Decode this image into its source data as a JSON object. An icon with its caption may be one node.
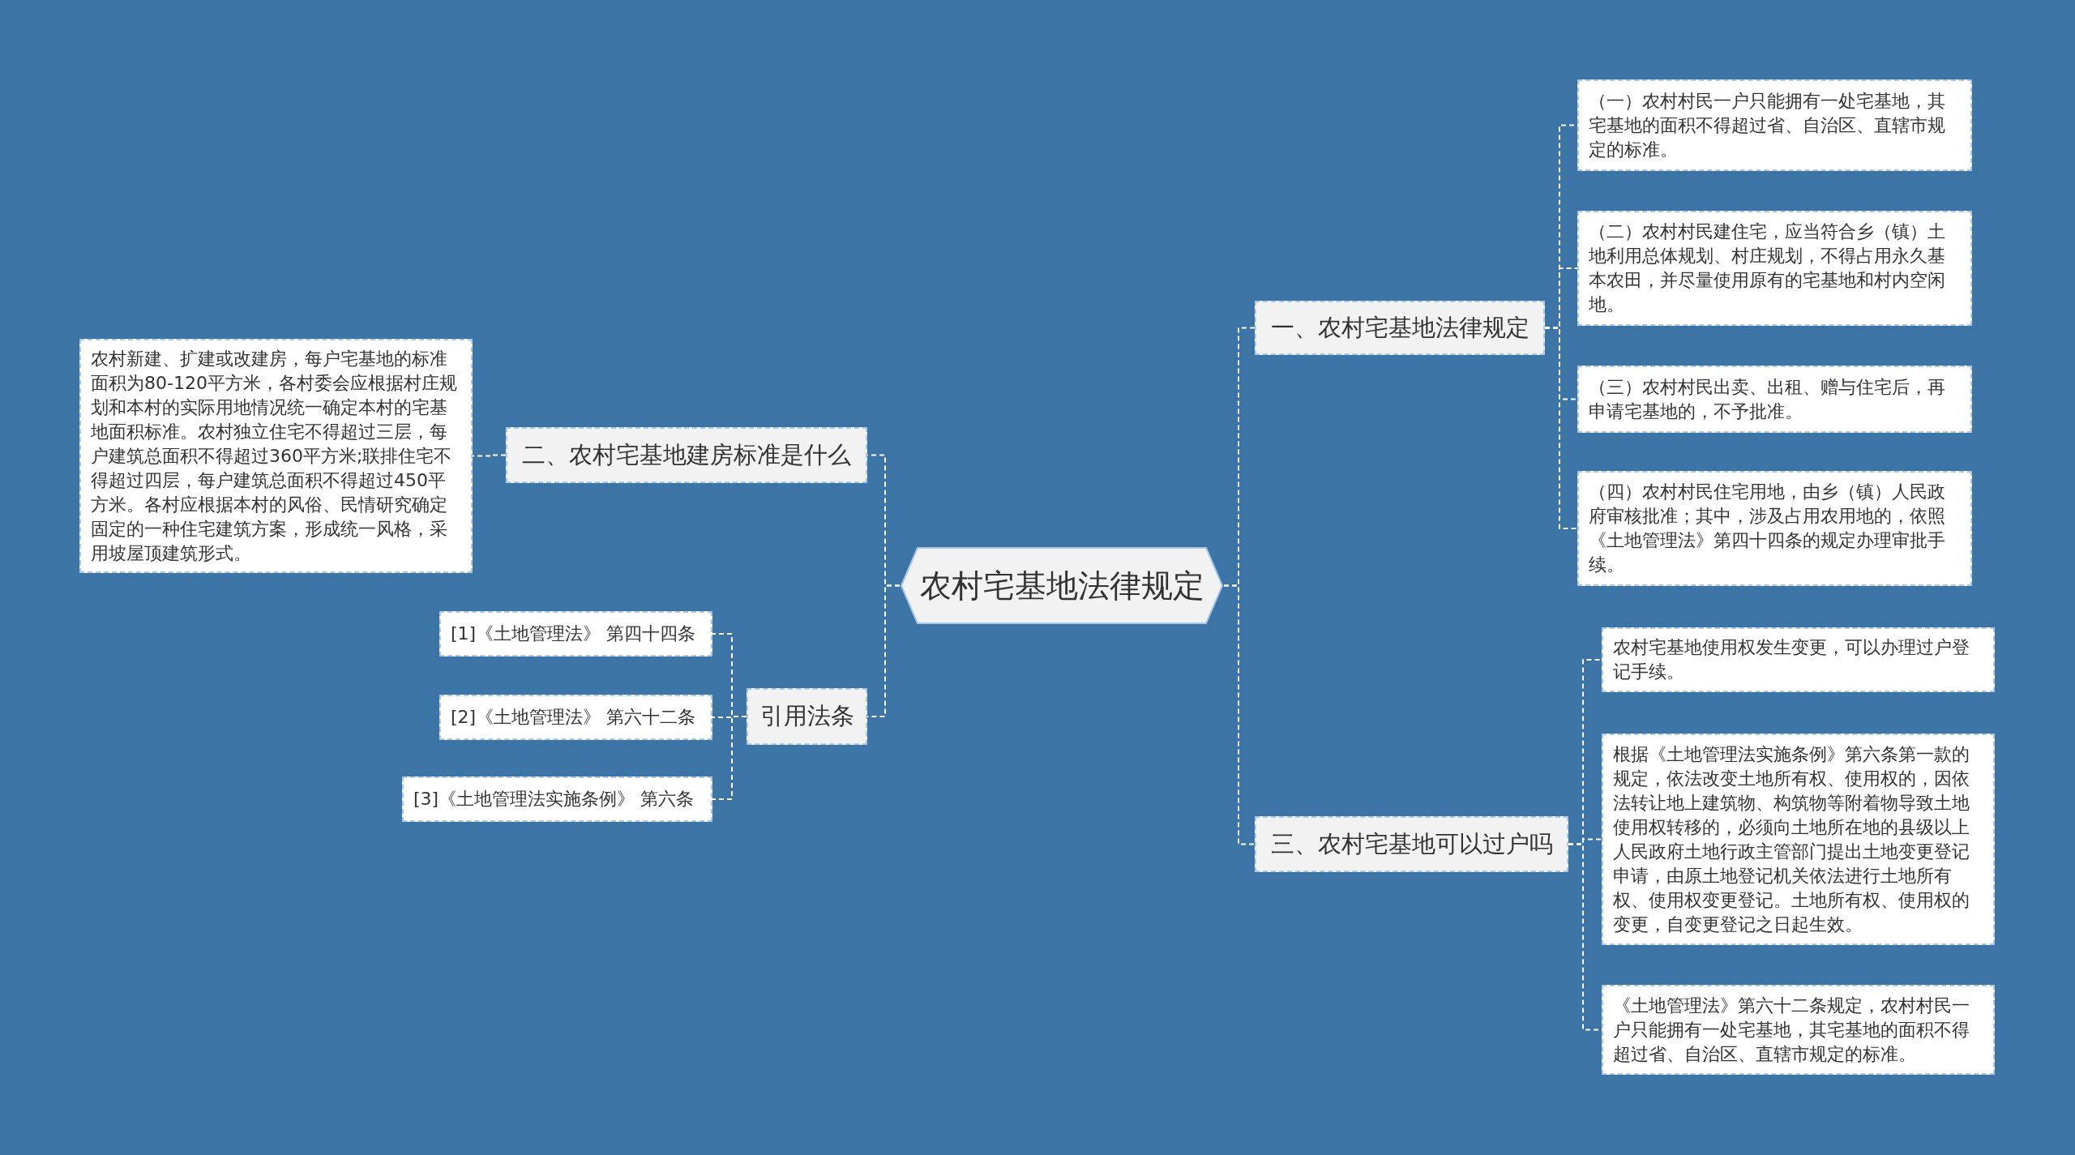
{
  "diagram": {
    "nodes": [
      {
        "text": [
          "农村宅基地法律规定"
        ]
      },
      {
        "text": [
          "一、农村宅基地法律规定"
        ]
      },
      {
        "text": [
          "（一）农村村民一户只能拥有一处宅基地，其宅基地的面积不得超过省、自治区、直辖市规定的标准。"
        ]
      },
      {
        "text": [
          "（二）农村村民建住宅，应当符合乡（镇）土地利用总体规划、村庄规划，不得占用永久基本农田，并尽量使用原有的宅基地和村内空闲地。"
        ]
      },
      {
        "text": [
          "（三）农村村民出卖、出租、赠与住宅后，再申请宅基地的，不予批准。"
        ]
      },
      {
        "text": [
          "（四）农村村民住宅用地，由乡（镇）人民政府审核批准；其中，涉及占用农用地的，依照《土地管理法》第四十四条的规定办理审批手续。"
        ]
      },
      {
        "text": [
          "三、农村宅基地可以过户吗"
        ]
      },
      {
        "text": [
          "农村宅基地使用权发生变更，可以办理过户登记手续。"
        ]
      },
      {
        "text": [
          "根据《土地管理法实施条例》第六条第一款的规定，依法改变土地所有权、使用权的，因依法转让地上建筑物、构筑物等附着物导致土地使用权转移的，必须向土地所在地的县级以上人民政府土地行政主管部门提出土地变更登记申请，由原土地登记机关依法进行土地所有权、使用权变更登记。土地所有权、使用权的变更，自变更登记之日起生效。"
        ]
      },
      {
        "text": [
          "《土地管理法》第六十二条规定，农村村民一户只能拥有一处宅基地，其宅基地的面积不得超过省、自治区、直辖市规定的标准。"
        ]
      },
      {
        "text": [
          "二、农村宅基地建房标准是什么"
        ]
      },
      {
        "text": [
          "农村新建、扩建或改建房，每户宅基地的标准面积为80-120平方米，各村委会应根据村庄规划和本村的实际用地情况统一确定本村的宅基地面积标准。农村独立住宅不得超过三层，每户建筑总面积不得超过360平方米;联排住宅不得超过四层，每户建筑总面积不得超过450平方米。各村应根据本村的风俗、民情研究确定固定的一种住宅建筑方案，形成统一风格，采用坡屋顶建筑形式。"
        ]
      },
      {
        "text": [
          "引用法条"
        ]
      },
      {
        "text": [
          "[1]《土地管理法》 第四十四条"
        ]
      },
      {
        "text": [
          "[2]《土地管理法》 第六十二条"
        ]
      },
      {
        "text": [
          "[3]《土地管理法实施条例》 第六条"
        ]
      }
    ],
    "edges": [
      {
        "from": 0,
        "to": 1,
        "arrow": "none"
      },
      {
        "from": 1,
        "to": 2,
        "arrow": "none"
      },
      {
        "from": 1,
        "to": 3,
        "arrow": "none"
      },
      {
        "from": 1,
        "to": 4,
        "arrow": "none"
      },
      {
        "from": 1,
        "to": 5,
        "arrow": "none"
      },
      {
        "from": 0,
        "to": 6,
        "arrow": "none"
      },
      {
        "from": 6,
        "to": 7,
        "arrow": "none"
      },
      {
        "from": 6,
        "to": 8,
        "arrow": "none"
      },
      {
        "from": 6,
        "to": 9,
        "arrow": "none"
      },
      {
        "from": 0,
        "to": 10,
        "arrow": "none"
      },
      {
        "from": 10,
        "to": 11,
        "arrow": "none"
      },
      {
        "from": 0,
        "to": 12,
        "arrow": "none"
      },
      {
        "from": 12,
        "to": 13,
        "arrow": "none"
      },
      {
        "from": 12,
        "to": 14,
        "arrow": "none"
      },
      {
        "from": 12,
        "to": 15,
        "arrow": "none"
      }
    ]
  }
}
